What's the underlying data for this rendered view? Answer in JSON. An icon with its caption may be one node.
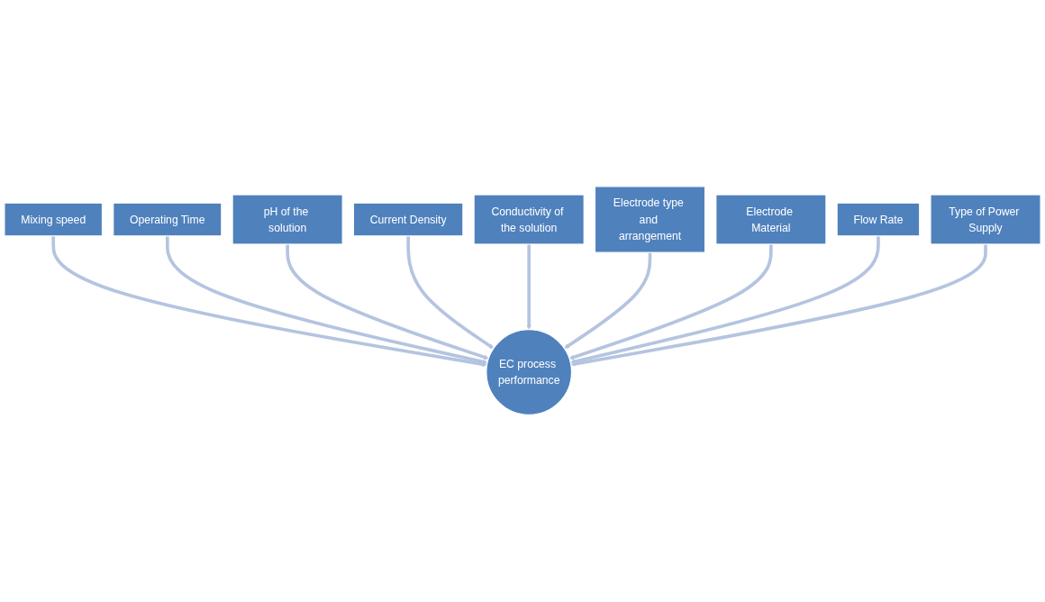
{
  "diagram": {
    "nodes": [
      {
        "text": [
          "Mixing speed"
        ]
      },
      {
        "text": [
          "Operating Time"
        ]
      },
      {
        "text": [
          "pH of the solution"
        ]
      },
      {
        "text": [
          "Current Density"
        ]
      },
      {
        "text": [
          "Conductivity of the solution"
        ]
      },
      {
        "text": [
          "Electrode type and arrangement"
        ]
      },
      {
        "text": [
          "Electrode Material"
        ]
      },
      {
        "text": [
          "Flow Rate"
        ]
      },
      {
        "text": [
          "Type of Power Supply"
        ]
      },
      {
        "text": [
          "EC process performance"
        ]
      }
    ],
    "edges": [
      {
        "from": 0,
        "to": 9,
        "arrow": "to"
      },
      {
        "from": 1,
        "to": 9,
        "arrow": "to"
      },
      {
        "from": 2,
        "to": 9,
        "arrow": "to"
      },
      {
        "from": 3,
        "to": 9,
        "arrow": "to"
      },
      {
        "from": 4,
        "to": 9,
        "arrow": "to"
      },
      {
        "from": 5,
        "to": 9,
        "arrow": "to"
      },
      {
        "from": 6,
        "to": 9,
        "arrow": "to"
      },
      {
        "from": 7,
        "to": 9,
        "arrow": "to"
      },
      {
        "from": 8,
        "to": 9,
        "arrow": "to"
      }
    ]
  }
}
